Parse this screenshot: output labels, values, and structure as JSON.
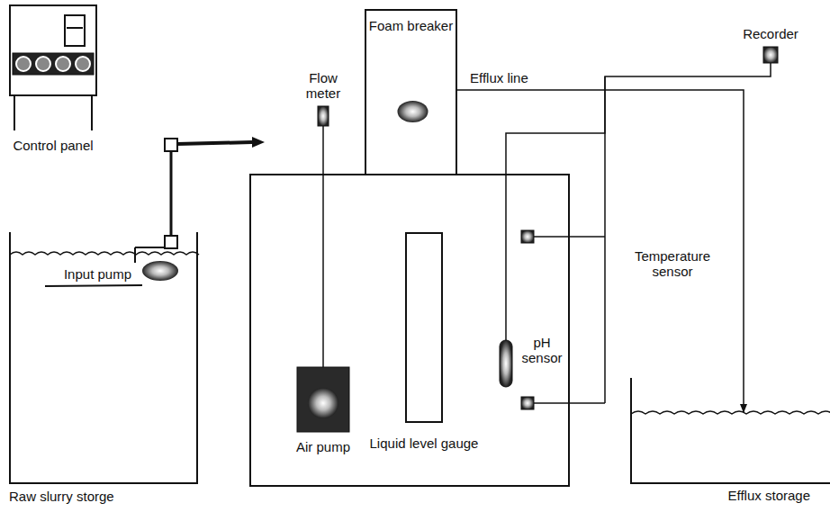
{
  "diagram": {
    "nodes": [
      {
        "text": [
          "Control panel"
        ]
      },
      {
        "text": [
          "Foam breaker"
        ]
      },
      {
        "text": [
          "Flow meter"
        ]
      },
      {
        "text": [
          "Recorder"
        ]
      },
      {
        "text": [
          "Raw slurry storge"
        ]
      },
      {
        "text": [
          "Input pump"
        ],
        "in": 4
      },
      {
        "text": [
          "Air pump"
        ]
      },
      {
        "text": [
          "Liquid level gauge"
        ]
      },
      {
        "text": [
          "pH sensor"
        ]
      },
      {
        "text": [
          "Efflux storage"
        ]
      }
    ],
    "edges": [
      {
        "from": 2,
        "to": 6,
        "arrow": "none"
      },
      {
        "from": 8,
        "to": 3,
        "arrow": "none"
      },
      {
        "from": 1,
        "to": 9,
        "label": "Efflux line",
        "arrow": "to"
      }
    ],
    "labels": [
      "Temperature sensor"
    ]
  }
}
